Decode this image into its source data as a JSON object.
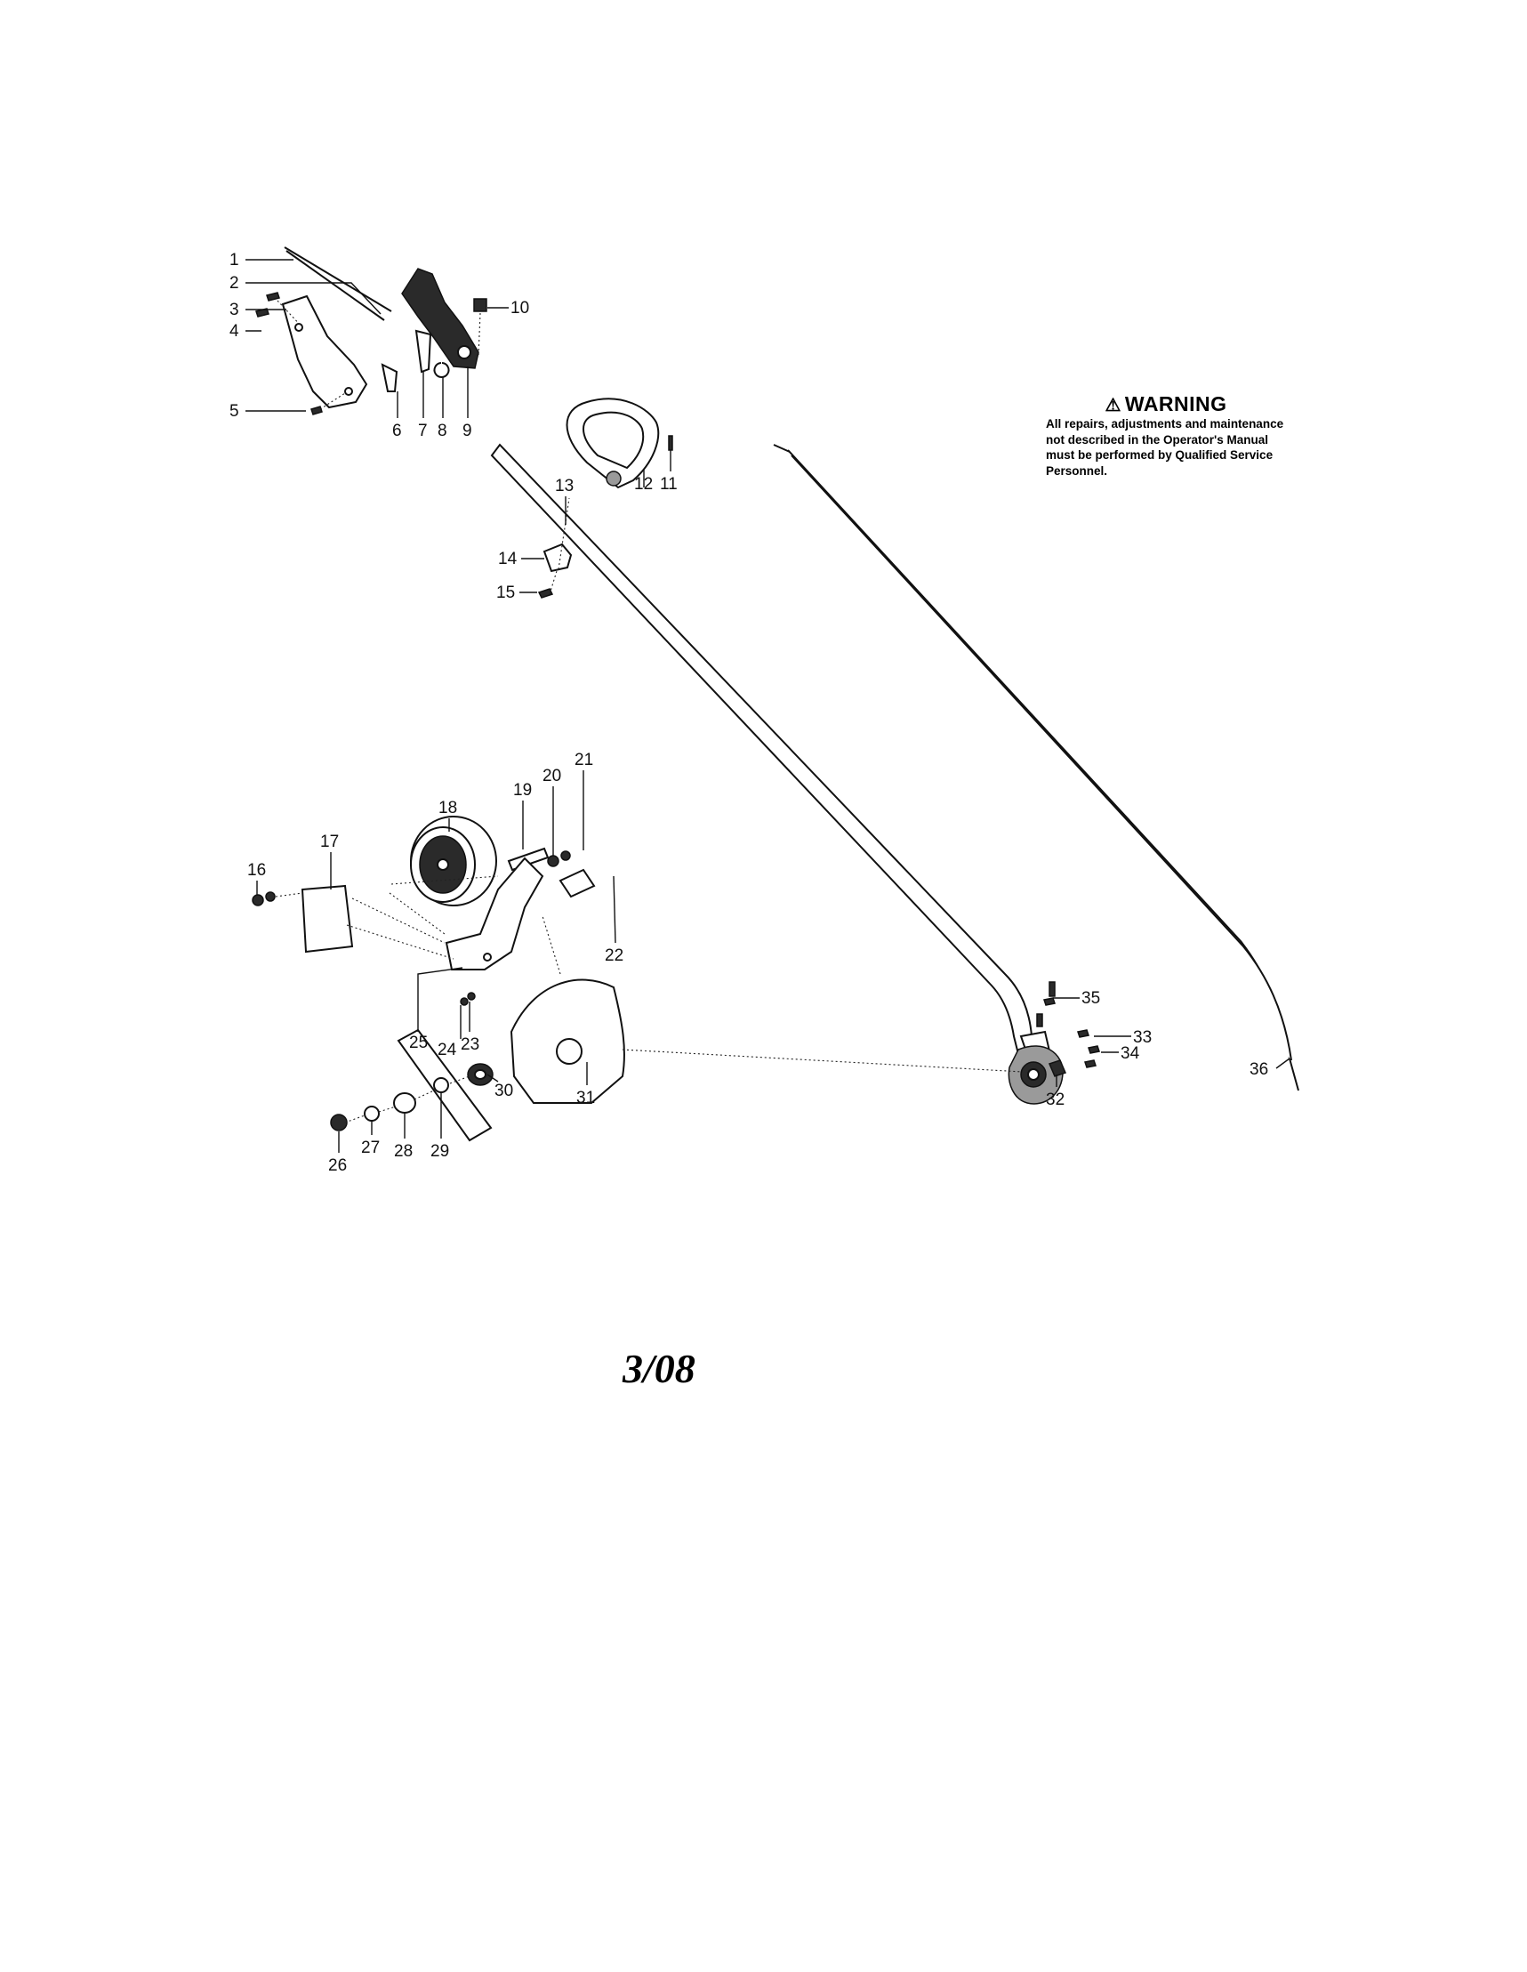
{
  "warning": {
    "symbol": "⚠",
    "title": "WARNING",
    "text": "All repairs, adjustments and maintenance not described in the Operator's Manual must be performed by Qualified Service Personnel."
  },
  "date": "3/08",
  "callouts": [
    "1",
    "2",
    "3",
    "4",
    "5",
    "6",
    "7",
    "8",
    "9",
    "10",
    "11",
    "12",
    "13",
    "14",
    "15",
    "16",
    "17",
    "18",
    "19",
    "20",
    "21",
    "22",
    "23",
    "24",
    "25",
    "26",
    "27",
    "28",
    "29",
    "30",
    "31",
    "32",
    "33",
    "34",
    "35",
    "36"
  ]
}
